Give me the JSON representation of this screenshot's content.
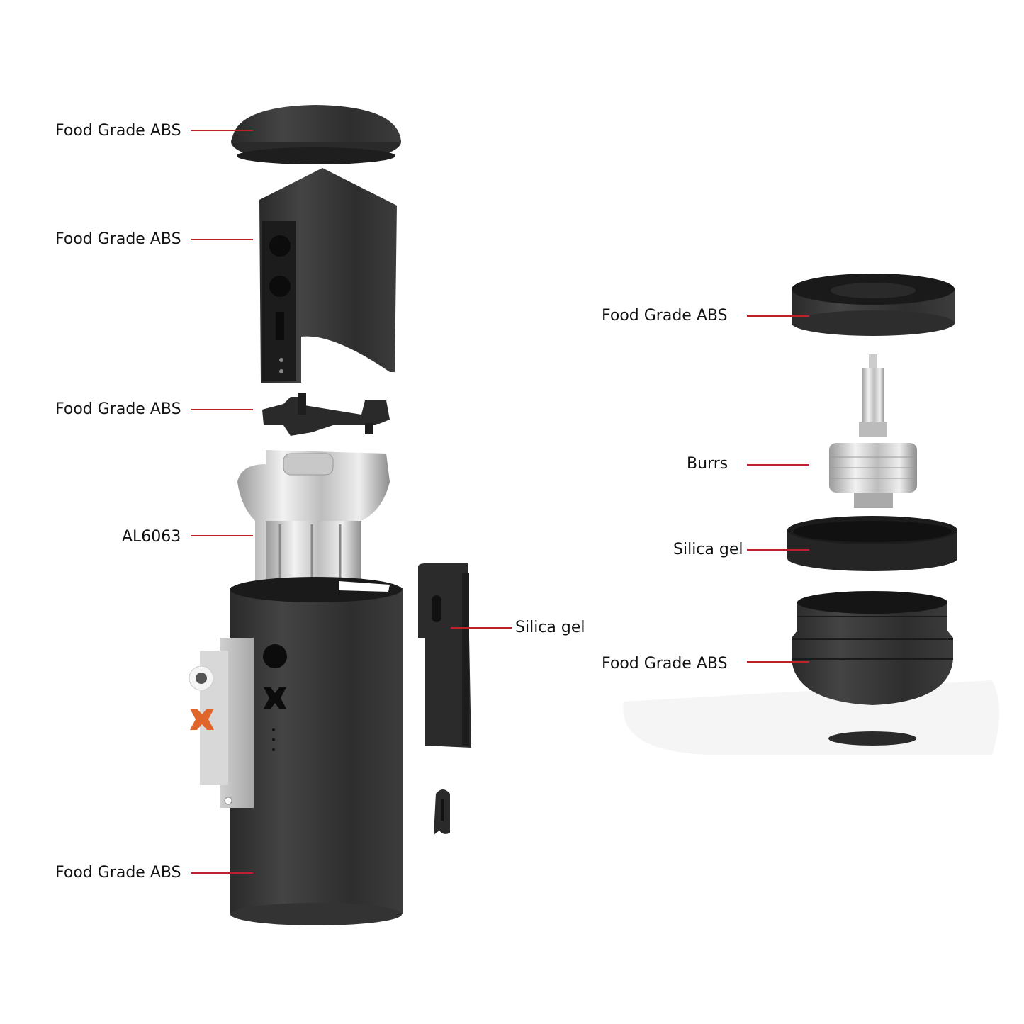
{
  "diagram": {
    "type": "exploded-view",
    "subject": "electric coffee grinder components",
    "accent_color": "#c0202a",
    "left_column": {
      "callouts": [
        {
          "label": "Food Grade ABS",
          "part": "top-lid"
        },
        {
          "label": "Food Grade ABS",
          "part": "upper-housing"
        },
        {
          "label": "Food Grade ABS",
          "part": "motor-bracket"
        },
        {
          "label": "AL6063",
          "part": "aluminum-frame"
        },
        {
          "label": "Food Grade ABS",
          "part": "main-body-cylinder"
        },
        {
          "label": "Silica gel",
          "part": "side-clip-cover"
        }
      ]
    },
    "right_column": {
      "callouts": [
        {
          "label": "Food Grade ABS",
          "part": "burr-housing-ring"
        },
        {
          "label": "Burrs",
          "part": "burr-assembly"
        },
        {
          "label": "Silica gel",
          "part": "grip-ring"
        },
        {
          "label": "Food Grade ABS",
          "part": "grounds-cup"
        }
      ]
    }
  }
}
